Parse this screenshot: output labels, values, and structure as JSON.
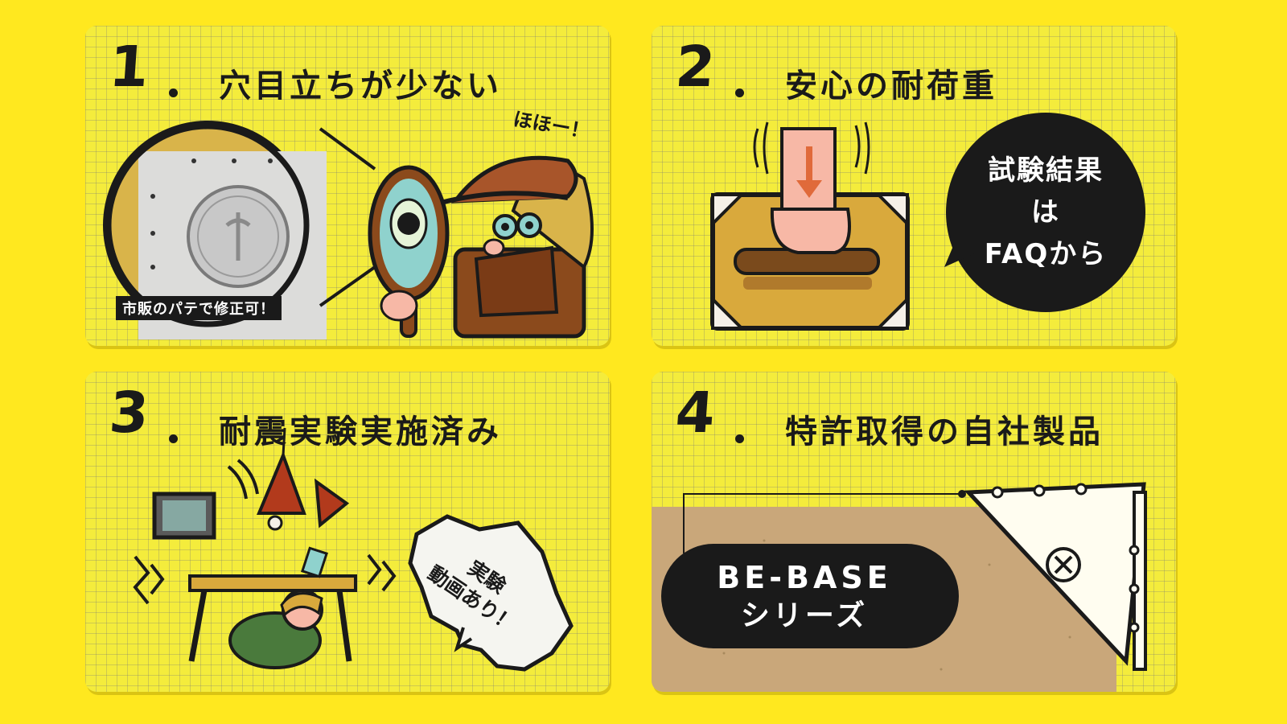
{
  "cards": [
    {
      "number": "1",
      "title": "穴目立ちが少ない",
      "caption": "市販のパテで修正可！",
      "exclamation": "ほほー！"
    },
    {
      "number": "2",
      "title": "安心の耐荷重",
      "bubble_lines": [
        "試験結果",
        "は",
        "FAQから"
      ]
    },
    {
      "number": "3",
      "title": "耐震実験実施済み",
      "burst_lines": [
        "実験",
        "動画あり！"
      ]
    },
    {
      "number": "4",
      "title": "特許取得の自社製品",
      "pill_lines": [
        "BE-BASE",
        "シリーズ"
      ]
    }
  ],
  "colors": {
    "background": "#ffe81f",
    "card": "#f4ec3c",
    "ink": "#1a1a1a",
    "cardboard": "#c9a77a",
    "bracket": "#fffdf0"
  }
}
